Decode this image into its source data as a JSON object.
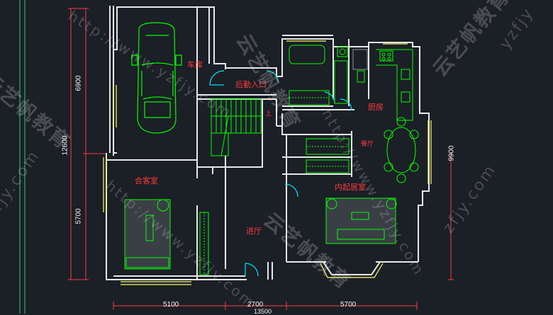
{
  "rooms": {
    "garage": "车库",
    "service_entrance": "后勤入口",
    "kitchen": "厨房",
    "dining": "餐厅",
    "reception": "会客室",
    "family_living": "内起居室",
    "foyer": "进厅",
    "stair_up": "上"
  },
  "dimensions": {
    "left_upper": "6900",
    "left_lower": "5700",
    "left_total": "12600",
    "right_height": "9900",
    "bottom_left": "5100",
    "bottom_mid": "2700",
    "bottom_right": "5700",
    "bottom_total_partial": "13500"
  },
  "watermarks": {
    "brand_cn": "云艺帆教育",
    "url": "http://www.yzfjy.com",
    "domain_partial": "zfjy.com",
    "domain_right": "yzfjy"
  },
  "colors": {
    "background": "#1b1f26",
    "wall": "#e8e8e8",
    "furniture": "#00ff00",
    "door": "#00e5ff",
    "dimension": "#ff3b3b",
    "window": "#ffff66"
  }
}
